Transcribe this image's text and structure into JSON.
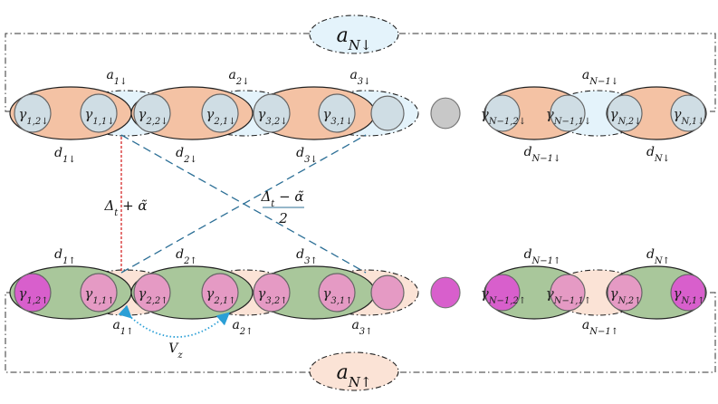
{
  "colors": {
    "down_ellipse": "#f4c2a4",
    "down_link": "#e4f3fb",
    "down_gamma": "#cfdde4",
    "up_ellipse": "#a9c79b",
    "up_link": "#fbe3d6",
    "up_gamma": "#e59ac4",
    "up_end": "#d85fcc",
    "gray_site": "#c8c8c8",
    "red_line": "#d62a2a",
    "teal_line": "#2c6f96",
    "vz_arrow": "#2b9fd6"
  },
  "top_node": "a_{N↓}",
  "bottom_node": "a_{N↑}",
  "down": {
    "a_labels": [
      "a_{1↓}",
      "a_{2↓}",
      "a_{3↓}",
      "a_{N−1↓}"
    ],
    "d_labels": [
      "d_{1↓}",
      "d_{2↓}",
      "d_{3↓}",
      "d_{N−1↓}",
      "d_{N↓}"
    ],
    "gammas_left": [
      "γ_{1,2↓}",
      "γ_{1,1↓}",
      "γ_{2,2↓}",
      "γ_{2,1↓}",
      "γ_{3,2↓}",
      "γ_{3,1↓}"
    ],
    "gammas_right": [
      "γ_{N−1,2↓}",
      "γ_{N−1,1↓}",
      "γ_{N,2↓}",
      "γ_{N,1↓}"
    ]
  },
  "up": {
    "a_labels": [
      "a_{1↑}",
      "a_{2↑}",
      "a_{3↑}",
      "a_{N−1↑}"
    ],
    "d_labels": [
      "d_{1↑}",
      "d_{2↑}",
      "d_{3↑}",
      "d_{N−1↑}",
      "d_{N↑}"
    ],
    "gammas_left": [
      "γ_{1,2↑}",
      "γ_{1,1↑}",
      "γ_{2,2↑}",
      "γ_{2,1↑}",
      "γ_{3,2↑}",
      "γ_{3,1↑}"
    ],
    "gammas_right": [
      "γ_{N−1,2↑}",
      "γ_{N−1,1↑}",
      "γ_{N,2↑}",
      "γ_{N,1↑}"
    ]
  },
  "coupling_red": "Δ_{t} + α̃",
  "coupling_teal_numerator": "Δ_{t} − α̃",
  "coupling_teal_denominator": "2",
  "vz": "V_{z}"
}
